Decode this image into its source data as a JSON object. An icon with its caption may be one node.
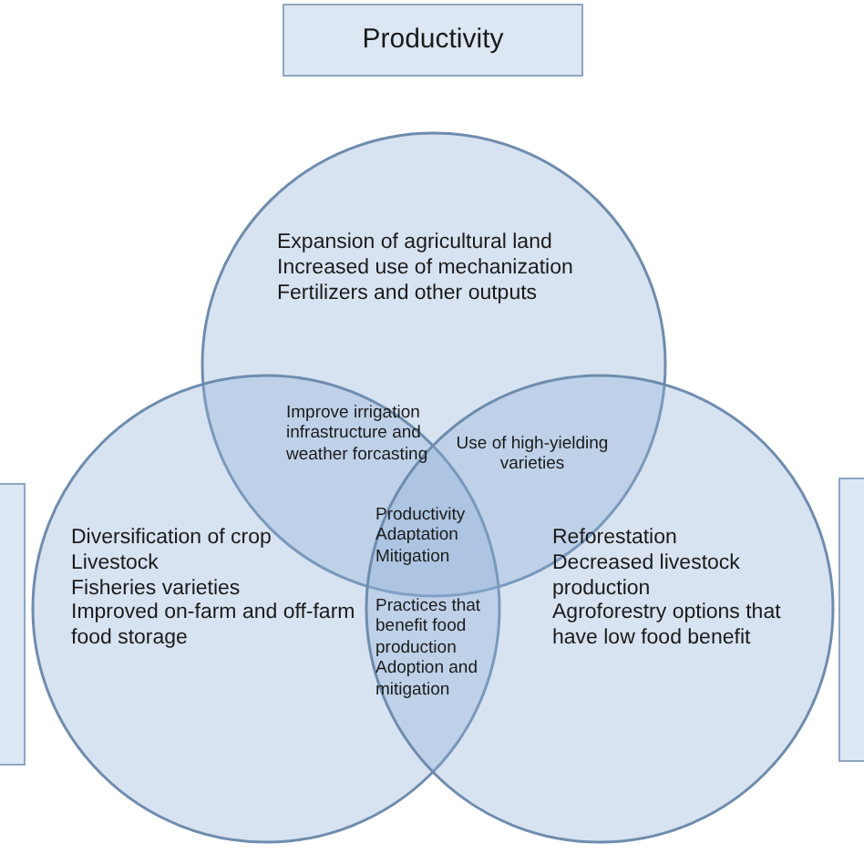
{
  "diagram": {
    "nodes": [
      {
        "text": [
          "Productivity"
        ]
      },
      {
        "text": [
          "Expansion of agricultural land",
          "Increased use of mechanization",
          "Fertilizers and other outputs"
        ]
      },
      {
        "text": [
          "Improve irrigation infrastructure and weather forcasting"
        ]
      },
      {
        "text": [
          "Use of high-yielding varieties"
        ]
      },
      {
        "text": [],
        "shape": "box"
      },
      {
        "text": [
          "Diversification of crop",
          "Livestock",
          "Fisheries varieties",
          "Improved on-farm and off-farm food storage"
        ]
      },
      {
        "text": [
          "Productivity",
          "Adaptation",
          "Mitigation"
        ]
      },
      {
        "text": [
          "Reforestation",
          "Decreased livestock production",
          "Agroforestry options that have low food benefit"
        ]
      },
      {
        "text": [],
        "shape": "box"
      },
      {
        "text": [
          "Practices that benefit food production",
          "Adoption and mitigation"
        ]
      }
    ]
  }
}
